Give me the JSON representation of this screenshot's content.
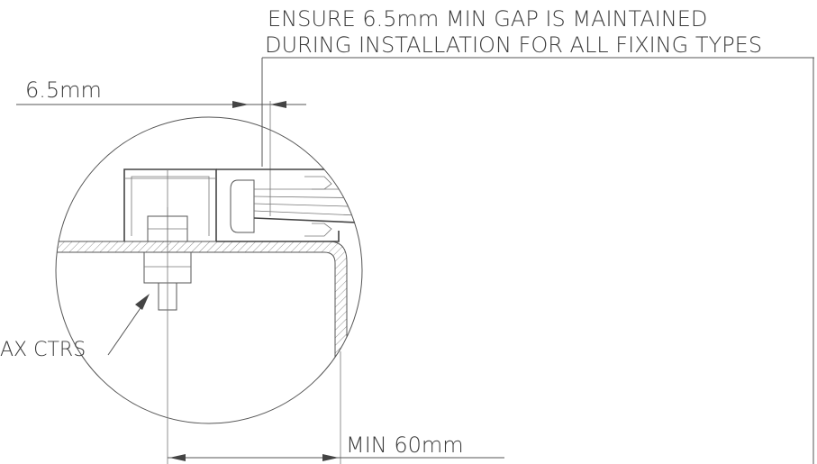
{
  "notes": {
    "gap_note_line1": "ENSURE 6.5mm MIN GAP IS MAINTAINED",
    "gap_note_line2": "DURING INSTALLATION FOR ALL FIXING TYPES"
  },
  "dimensions": {
    "gap": "6.5mm",
    "edge_distance": "MIN 60mm",
    "fixing_label": "AX CTRS"
  }
}
